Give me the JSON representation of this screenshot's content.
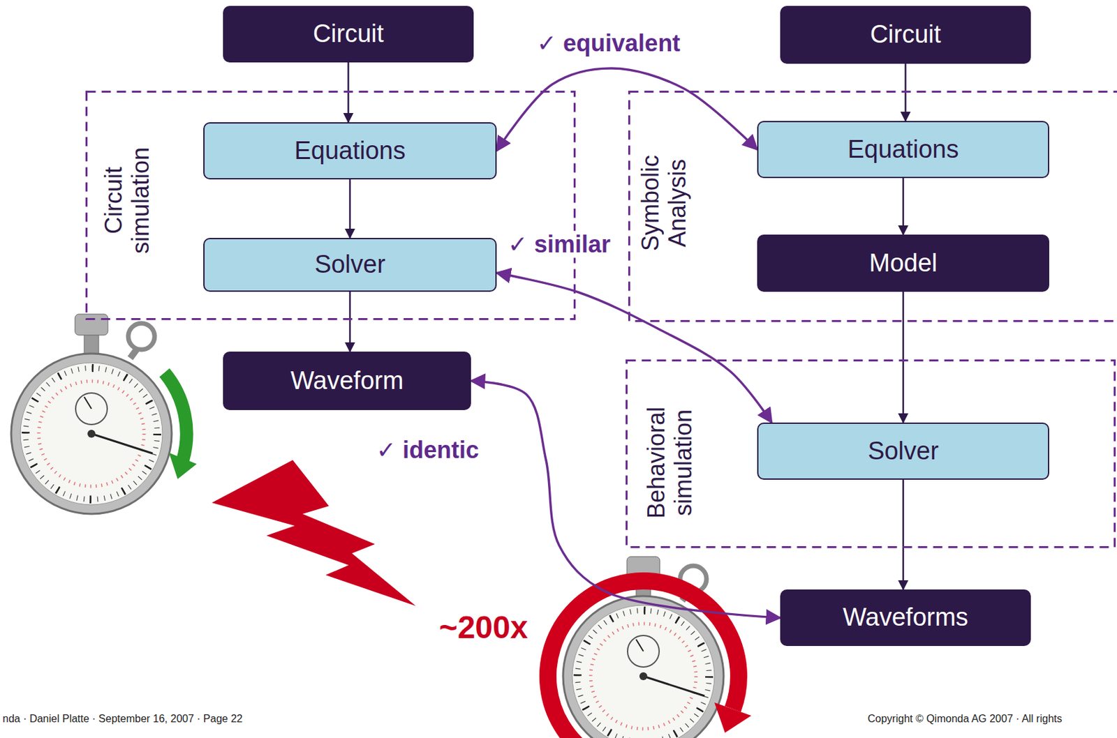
{
  "diagram": {
    "nodes": [
      {
        "text": [
          "Circuit"
        ]
      },
      {
        "text": [
          "Circuit simulation"
        ]
      },
      {
        "text": [
          "Equations"
        ],
        "in": 1
      },
      {
        "text": [
          "Solver"
        ],
        "in": 1
      },
      {
        "text": [
          "Waveform"
        ]
      },
      {
        "text": [
          "Circuit"
        ]
      },
      {
        "text": [
          "Symbolic Analysis"
        ]
      },
      {
        "text": [
          "Equations"
        ],
        "in": 6
      },
      {
        "text": [
          "Model"
        ],
        "in": 6
      },
      {
        "text": [
          "Behavioral simulation"
        ]
      },
      {
        "text": [
          "Solver"
        ],
        "in": 9
      },
      {
        "text": [
          "Waveforms"
        ]
      }
    ],
    "edges": [
      {
        "from": 0,
        "to": 2,
        "arrow": "to"
      },
      {
        "from": 2,
        "to": 3,
        "arrow": "to"
      },
      {
        "from": 3,
        "to": 4,
        "arrow": "to"
      },
      {
        "from": 5,
        "to": 7,
        "arrow": "to"
      },
      {
        "from": 7,
        "to": 8,
        "arrow": "to"
      },
      {
        "from": 8,
        "to": 10,
        "arrow": "to"
      },
      {
        "from": 10,
        "to": 11,
        "arrow": "to"
      },
      {
        "from": 2,
        "to": 7,
        "label": "✓ equivalent",
        "arrow": "both"
      },
      {
        "from": 3,
        "to": 10,
        "label": "✓ similar",
        "arrow": "both"
      },
      {
        "from": 4,
        "to": 11,
        "label": "✓ identic",
        "arrow": "both"
      }
    ],
    "labels": [
      "~200x",
      "nda · Daniel Platte · September 16, 2007 · Page 22",
      "Copyright © Qimonda AG 2007 · All rights"
    ]
  }
}
